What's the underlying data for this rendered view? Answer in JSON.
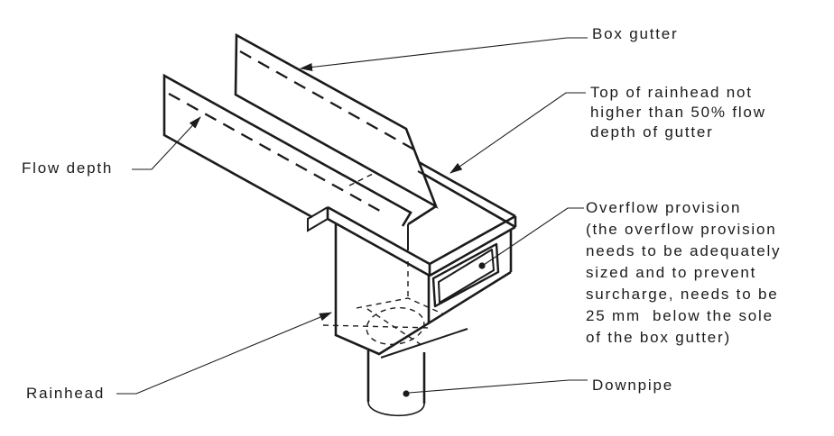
{
  "diagram": {
    "type": "isometric-technical-drawing",
    "subject": "Box gutter discharging into a rainhead with overflow provision and downpipe",
    "colors": {
      "line": "#1b1b1b",
      "background": "#ffffff"
    },
    "labels": {
      "box_gutter": "Box gutter",
      "top_of_rainhead": "Top of rainhead not\nhigher than 50% flow\ndepth of gutter",
      "flow_depth": "Flow depth",
      "overflow_provision": "Overflow provision\n(the overflow provision\nneeds to be adequately\nsized and to prevent\nsurcharge, needs to be\n25 mm  below the sole\nof the box gutter)",
      "rainhead": "Rainhead",
      "downpipe": "Downpipe"
    },
    "annotations": {
      "arrow_leaders": [
        "box_gutter",
        "top_of_rainhead",
        "flow_depth",
        "rainhead"
      ],
      "dot_leaders": [
        "overflow_provision",
        "downpipe"
      ]
    }
  }
}
